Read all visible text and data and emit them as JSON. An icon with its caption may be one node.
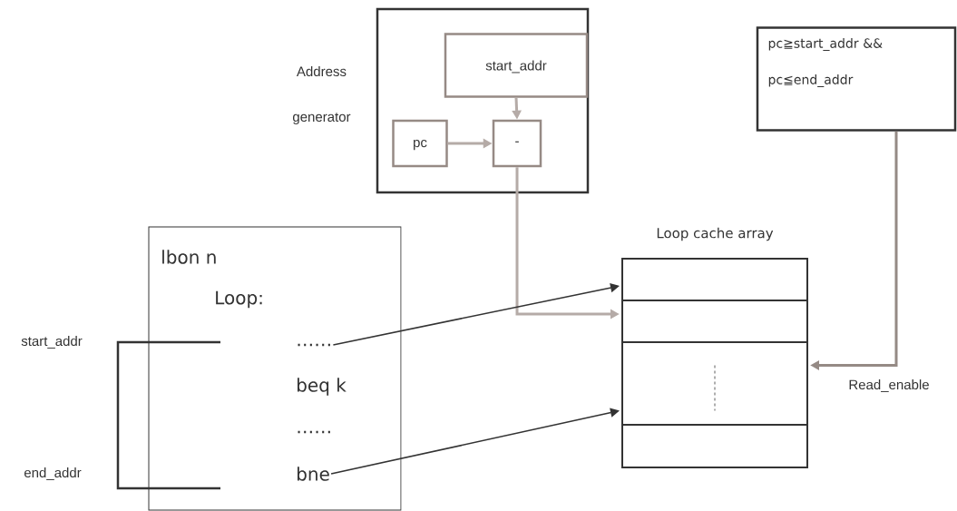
{
  "diagram": {
    "nodes": [
      {
        "text": [
          "Address generator"
        ]
      },
      {
        "text": [
          "start_addr"
        ],
        "in": 0
      },
      {
        "text": [
          "pc"
        ],
        "in": 0
      },
      {
        "text": [
          "-"
        ],
        "in": 0
      },
      {
        "text": [
          "pc≧start_addr && pc≦end_addr"
        ]
      },
      {
        "text": [
          "lbon n",
          "Loop:"
        ]
      },
      {
        "text": [
          "……"
        ],
        "in": 5
      },
      {
        "text": [
          "beq k"
        ],
        "in": 5
      },
      {
        "text": [
          "……"
        ],
        "in": 5
      },
      {
        "text": [
          "bne"
        ],
        "in": 5
      },
      {
        "text": [],
        "shape": "box"
      },
      {
        "text": [],
        "shape": "box"
      },
      {
        "text": [],
        "shape": "box"
      },
      {
        "text": [],
        "shape": "box"
      }
    ],
    "edges": [
      {
        "from": 1,
        "to": 3,
        "arrow": "to"
      },
      {
        "from": 2,
        "to": 3,
        "arrow": "to"
      },
      {
        "from": 3,
        "to": 11,
        "arrow": "to"
      },
      {
        "from": 4,
        "to": 12,
        "arrow": "to",
        "label": "Read_enable",
        "color": "#958a85"
      },
      {
        "from": 6,
        "to": 10,
        "arrow": "to",
        "color": "#333333"
      },
      {
        "from": 9,
        "to": 12,
        "arrow": "to",
        "color": "#333333"
      }
    ],
    "labels": [
      "Loop cache array",
      "start_addr",
      "end_addr"
    ]
  }
}
